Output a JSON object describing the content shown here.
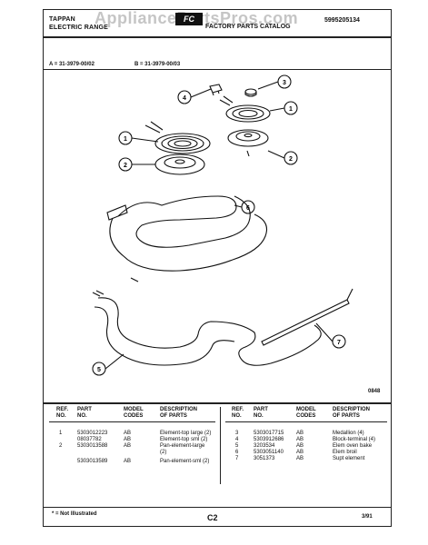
{
  "header": {
    "brand_line1": "TAPPAN",
    "brand_line2": "ELECTRIC RANGE",
    "logo_text": "FC",
    "catalog_title": "FACTORY PARTS CATALOG",
    "watermark": "AppliancePartsPros.com",
    "catalog_number": "5995205134"
  },
  "models": {
    "a": "A = 31-3979-00/02",
    "b": "B = 31-3979-00/03"
  },
  "diagram": {
    "figure_number": "0848",
    "callouts": [
      "1",
      "2",
      "3",
      "4",
      "1",
      "2",
      "5",
      "6",
      "7"
    ]
  },
  "parts_table": {
    "headers": {
      "ref": [
        "REF.",
        "NO."
      ],
      "part": [
        "PART",
        "NO."
      ],
      "model": [
        "MODEL",
        "CODES"
      ],
      "desc": [
        "DESCRIPTION",
        "OF PARTS"
      ]
    },
    "left": [
      {
        "ref": "1",
        "part": "5303012223",
        "model": "AB",
        "desc": "Element-top large (2)"
      },
      {
        "ref": "",
        "part": "08037782",
        "model": "AB",
        "desc": "Element-top sml (2)"
      },
      {
        "ref": "2",
        "part": "5303013588",
        "model": "AB",
        "desc": "Pan-element-large"
      },
      {
        "ref": "",
        "part": "",
        "model": "",
        "desc": "(2)"
      },
      {
        "ref": "",
        "part": "5303013589",
        "model": "AB",
        "desc": "Pan-element-sml (2)"
      }
    ],
    "right": [
      {
        "ref": "3",
        "part": "5303017715",
        "model": "AB",
        "desc": "Medallion (4)"
      },
      {
        "ref": "4",
        "part": "5303912686",
        "model": "AB",
        "desc": "Block-terminal (4)"
      },
      {
        "ref": "5",
        "part": "3203534",
        "model": "AB",
        "desc": "Elem oven bake"
      },
      {
        "ref": "6",
        "part": "5303051140",
        "model": "AB",
        "desc": "Elem broil"
      },
      {
        "ref": "7",
        "part": "3051373",
        "model": "AB",
        "desc": "Supt element"
      }
    ]
  },
  "footer": {
    "note": "* = Not Illustrated",
    "page": "C2",
    "date": "3/91"
  }
}
